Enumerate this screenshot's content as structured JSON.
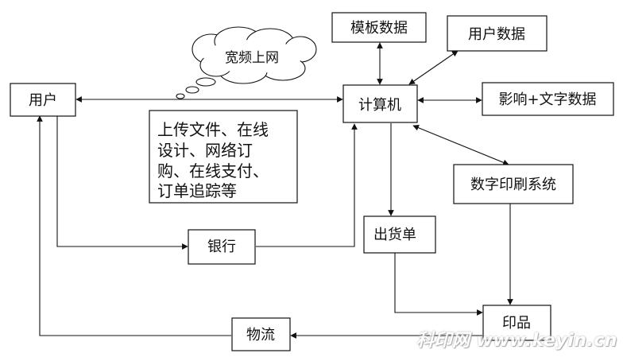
{
  "diagram": {
    "nodes": {
      "user": "用户",
      "template_data": "模板数据",
      "user_data": "用户数据",
      "computer": "计算机",
      "image_text_data": "影响+文字数据",
      "digital_print_system": "数字印刷系统",
      "bank": "银行",
      "delivery_note": "出货单",
      "prints": "印品",
      "logistics": "物流"
    },
    "cloud_label": "宽频上网",
    "services_note": [
      "上传文件、在线",
      "设计、网络订",
      "购、在线支付、",
      "订单追踪等"
    ]
  },
  "watermark": "科印网 www.keyin.cn"
}
